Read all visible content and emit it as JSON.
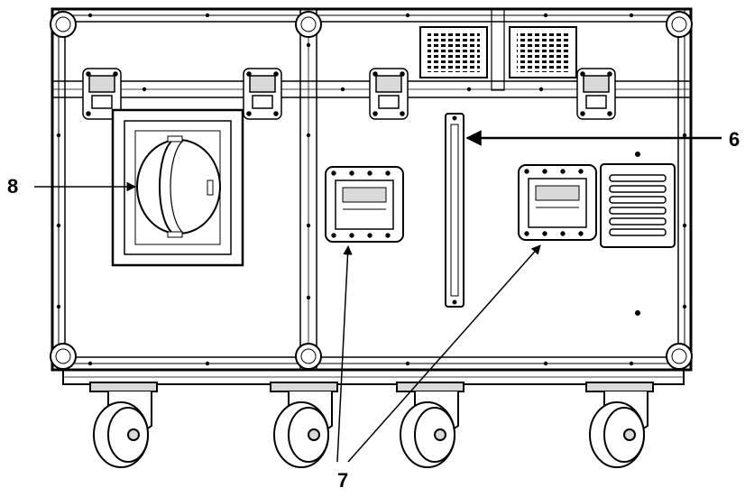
{
  "colors": {
    "line": "#000000",
    "hardware_fill": "#d9d9d9",
    "background": "#ffffff"
  },
  "callouts": {
    "label_6": "6",
    "label_7": "7",
    "label_8": "8"
  },
  "icons": {
    "arrow": "arrowhead-icon",
    "caster": "caster-wheel-icon",
    "corner": "corner-ball-icon"
  }
}
